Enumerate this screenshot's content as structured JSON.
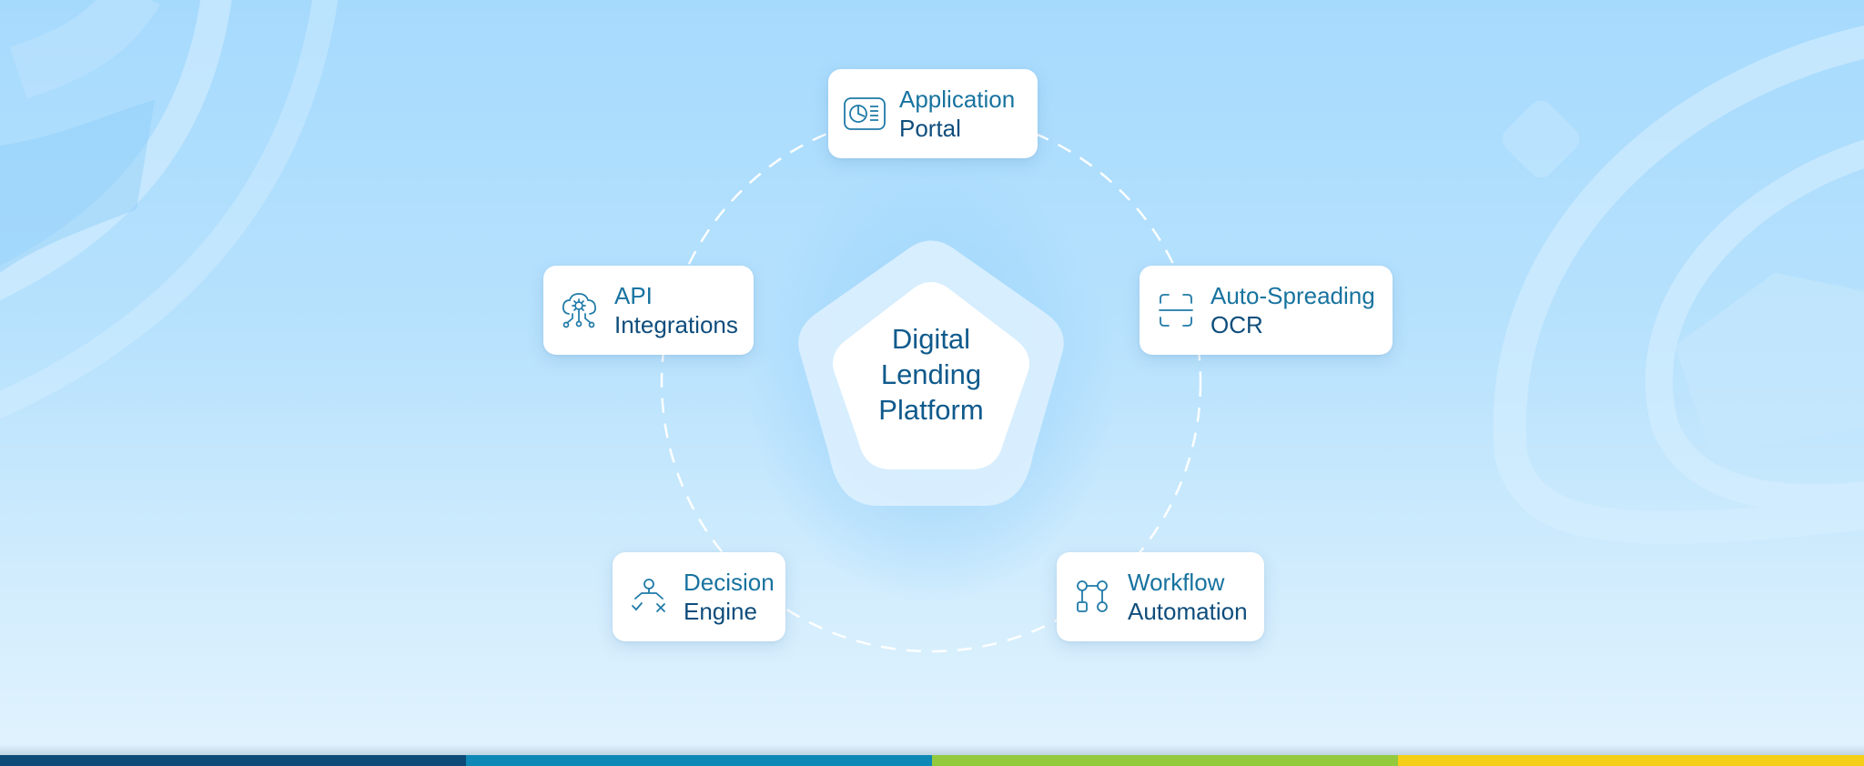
{
  "hub": {
    "line1": "Digital",
    "line2": "Lending",
    "line3": "Platform"
  },
  "modules": [
    {
      "line1": "Application",
      "line2": "Portal",
      "icon": "portal-screen-icon"
    },
    {
      "line1": "Auto-Spreading",
      "line2": "OCR",
      "icon": "scan-frame-icon"
    },
    {
      "line1": "Workflow",
      "line2": "Automation",
      "icon": "workflow-nodes-icon"
    },
    {
      "line1": "Decision",
      "line2": "Engine",
      "icon": "decision-tree-icon"
    },
    {
      "line1": "API",
      "line2": "Integrations",
      "icon": "cloud-gear-icon"
    }
  ],
  "colors": {
    "accent_light": "#18739f",
    "accent_dark": "#0f4d7c",
    "stripe": [
      "#0d4a78",
      "#0e88b6",
      "#93c93d",
      "#f5cf17"
    ]
  }
}
